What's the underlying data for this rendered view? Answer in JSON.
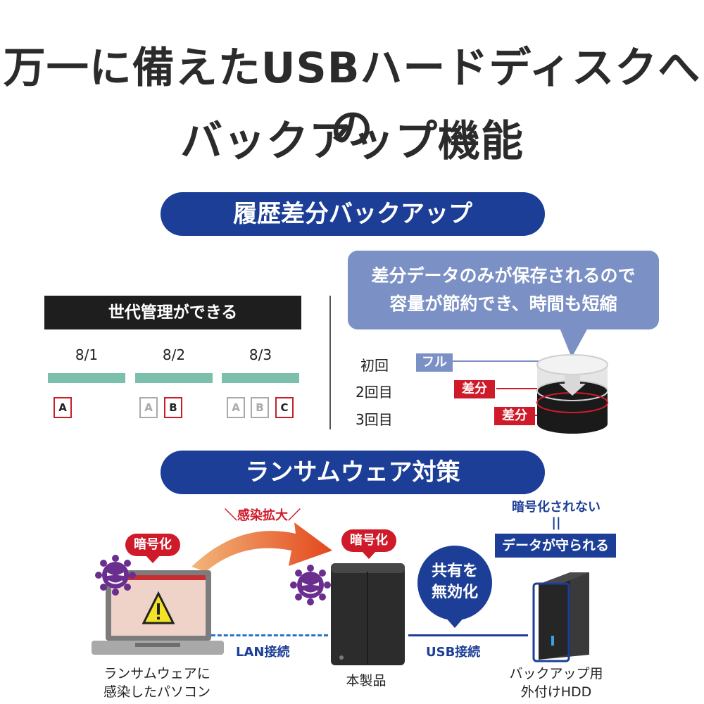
{
  "title": {
    "line1": "万一に備えたUSBハードディスクへの",
    "line2": "バックアップ機能"
  },
  "section1": {
    "heading": "履歴差分バックアップ",
    "generation_label": "世代管理ができる",
    "dates": [
      "8/1",
      "8/2",
      "8/3"
    ],
    "docs": [
      [
        "A"
      ],
      [
        "A",
        "B"
      ],
      [
        "A",
        "B",
        "C"
      ]
    ],
    "bubble": {
      "line1": "差分データのみが保存されるので",
      "line2": "容量が節約でき、時間も短縮"
    },
    "rows": [
      "初回",
      "2回目",
      "3回目"
    ],
    "full_tag": "フル",
    "diff_tag": "差分"
  },
  "section2": {
    "heading": "ランサムウェア対策",
    "spread_label": "感染拡大",
    "encrypt_tag": "暗号化",
    "not_encrypted": "暗号化されない",
    "equals": "||",
    "protected": "データが守られる",
    "disable_share": {
      "line1": "共有を",
      "line2": "無効化"
    },
    "lan_label": "LAN接続",
    "usb_label": "USB接続",
    "pc_caption": {
      "line1": "ランサムウェアに",
      "line2": "感染したパソコン"
    },
    "nas_caption": "本製品",
    "hdd_caption": {
      "line1": "バックアップ用",
      "line2": "外付けHDD"
    }
  },
  "colors": {
    "navy": "#1c3e96",
    "red": "#cf1a2a",
    "teal": "#7dbfad",
    "bubble": "#7b90c4"
  }
}
